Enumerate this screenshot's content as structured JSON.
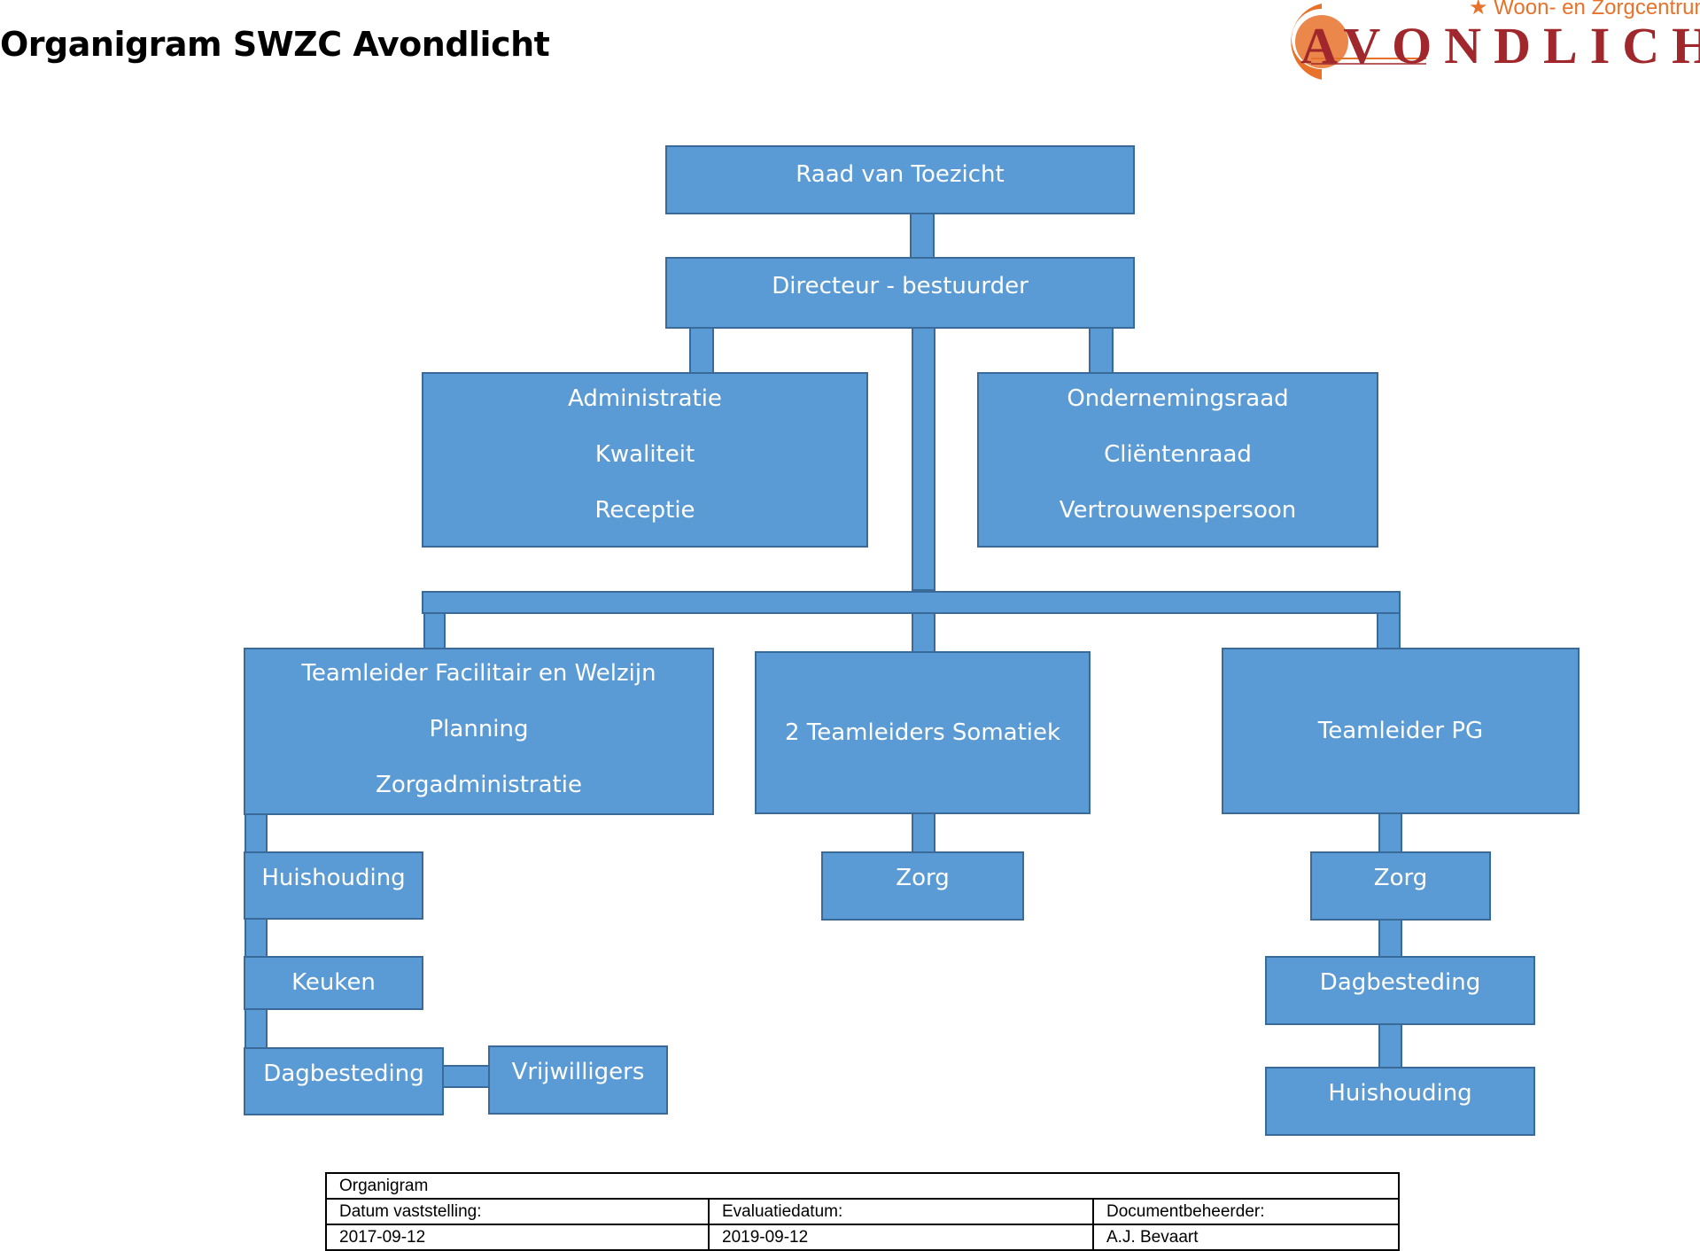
{
  "title": "Organigram SWZC Avondlicht",
  "logo": {
    "tagline": "★ Woon- en Zorgcentrum",
    "word": "AVONDLICHT",
    "colors": {
      "orange": "#e8722a",
      "red": "#a0282c"
    }
  },
  "colors": {
    "box_fill": "#5b9bd5",
    "box_border": "#3a6a9a",
    "text": "#ffffff"
  },
  "nodes": {
    "raad": "Raad van Toezicht",
    "directeur": "Directeur - bestuurder",
    "staff_left": [
      "Administratie",
      "Kwaliteit",
      "Receptie"
    ],
    "staff_right": [
      "Ondernemingsraad",
      "Cliëntenraad",
      "Vertrouwenspersoon"
    ],
    "facilitair": [
      "Teamleider Facilitair en Welzijn",
      "Planning",
      "Zorgadministratie"
    ],
    "somatiek": "2 Teamleiders Somatiek",
    "pg": "Teamleider PG",
    "fac_huishouding": "Huishouding",
    "fac_keuken": "Keuken",
    "fac_dagbesteding": "Dagbesteding",
    "fac_vrijwilligers": "Vrijwilligers",
    "som_zorg": "Zorg",
    "pg_zorg": "Zorg",
    "pg_dagbesteding": "Dagbesteding",
    "pg_huishouding": "Huishouding"
  },
  "meta": {
    "row1": "Organigram",
    "datum_label": "Datum vaststelling:",
    "evaluatie_label": "Evaluatiedatum:",
    "beheerder_label": "Documentbeheerder:",
    "datum_value": "2017-09-12",
    "evaluatie_value": "2019-09-12",
    "beheerder_value": "A.J. Bevaart"
  }
}
